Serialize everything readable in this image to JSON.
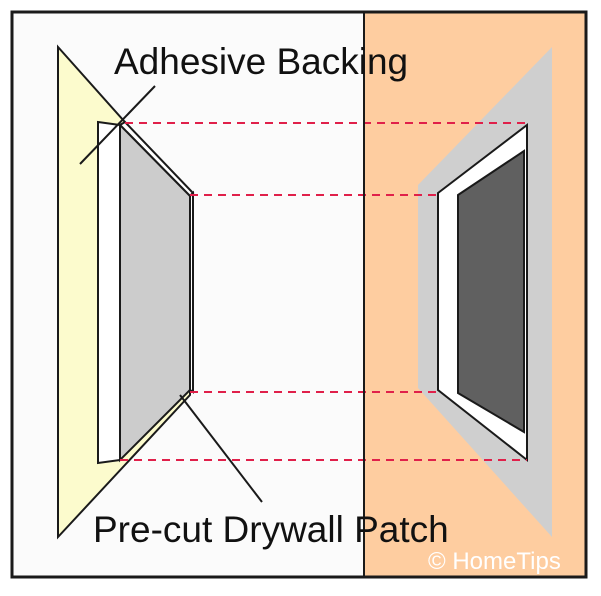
{
  "labels": {
    "adhesive": "Adhesive Backing",
    "patch": "Pre-cut Drywall Patch",
    "credit": "© HomeTips"
  },
  "colors": {
    "frame": "#1a1a1a",
    "wall_left": "#fbfbfb",
    "wall_right": "#fecda0",
    "adhesive_sheet": "#fcfbcd",
    "patch_face": "#cccccc",
    "patch_edge": "#ffffff",
    "shadow_plate": "#cfcfcf",
    "hole": "#606060",
    "guide_line": "#e0204a",
    "text": "#111111",
    "credit_text": "#ffffff"
  }
}
